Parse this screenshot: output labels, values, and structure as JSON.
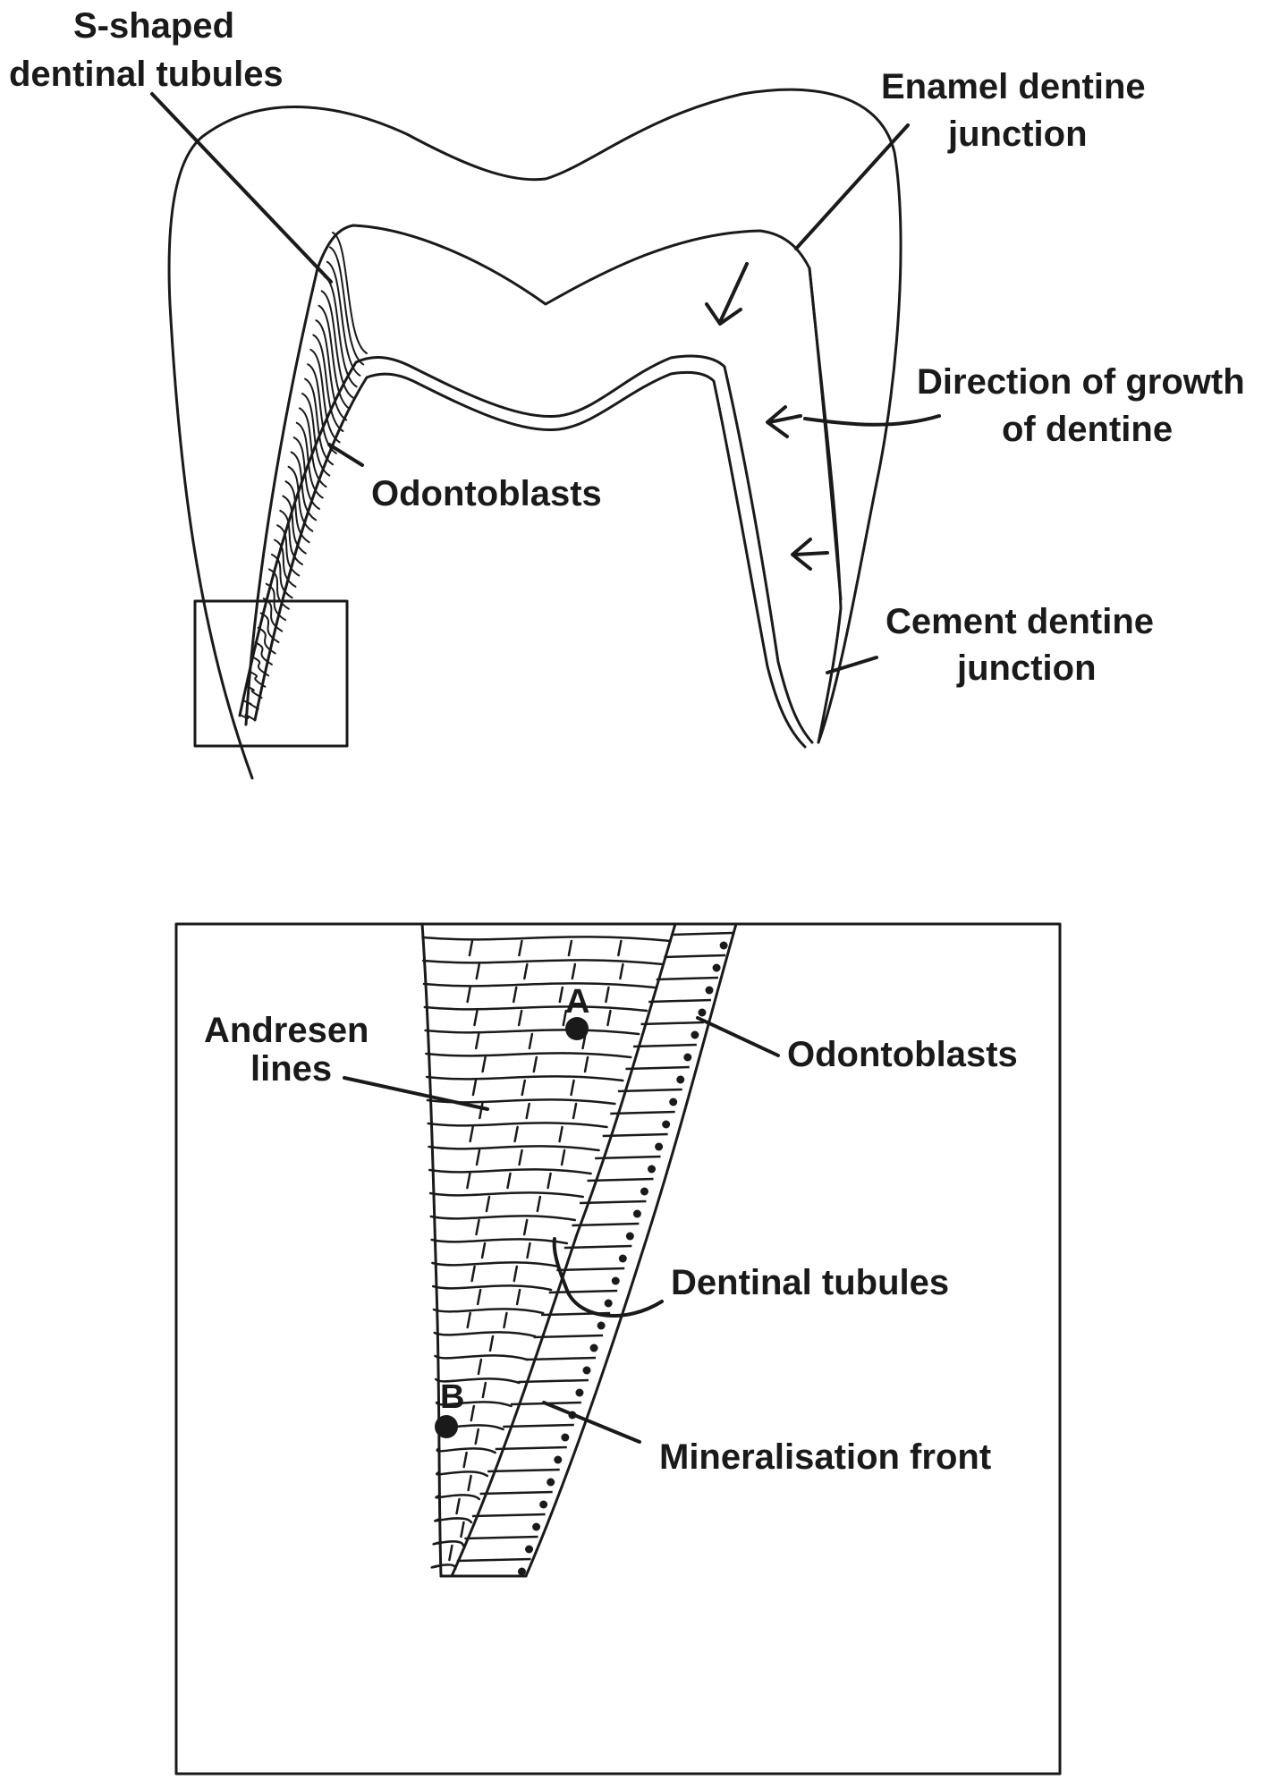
{
  "labels": {
    "s_shaped_line1": "S-shaped",
    "s_shaped_line2": "dentinal tubules",
    "edj_line1": "Enamel dentine",
    "edj_line2": "junction",
    "growth_line1": "Direction of growth",
    "growth_line2": "of dentine",
    "odontoblasts_top": "Odontoblasts",
    "cdj_line1": "Cement dentine",
    "cdj_line2": "junction",
    "andresen_line1": "Andresen",
    "andresen_line2": "lines",
    "odontoblasts_inset": "Odontoblasts",
    "dentinal_tubules": "Dentinal tubules",
    "mineralisation_front": "Mineralisation front",
    "point_a": "A",
    "point_b": "B"
  },
  "colors": {
    "ink": "#1a1a1a",
    "background": "#ffffff"
  }
}
